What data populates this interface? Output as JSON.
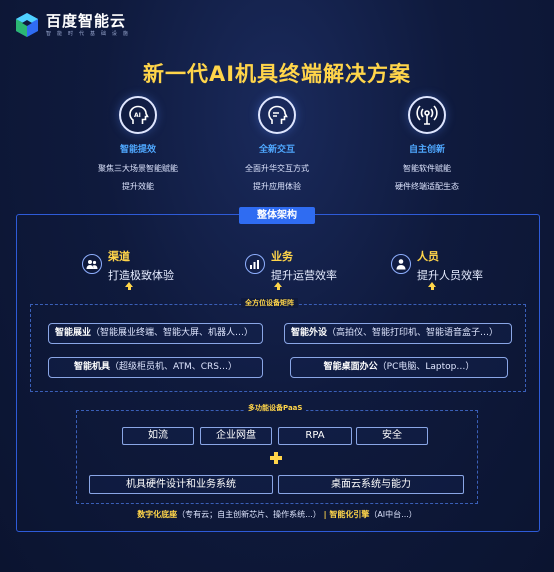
{
  "logo": {
    "name": "百度智能云",
    "sub": "智 能 时 代 基 础 设 施"
  },
  "title": "新一代AI机具终端解决方案",
  "features": [
    {
      "icon": "ai-head-icon",
      "title": "智能提效",
      "line1": "聚焦三大场景智能赋能",
      "line2": "提升效能"
    },
    {
      "icon": "interaction-head-icon",
      "title": "全新交互",
      "line1": "全面升华交互方式",
      "line2": "提升应用体验"
    },
    {
      "icon": "signal-tower-icon",
      "title": "自主创新",
      "line1": "智能软件赋能",
      "line2": "硬件终端适配生态"
    }
  ],
  "arch_title": "整体架构",
  "values": [
    {
      "icon": "users-icon",
      "title": "渠道",
      "desc": "打造极致体验"
    },
    {
      "icon": "bar-chart-icon",
      "title": "业务",
      "desc": "提升运营效率"
    },
    {
      "icon": "person-icon",
      "title": "人员",
      "desc": "提升人员效率"
    }
  ],
  "matrix_label": "全方位设备矩阵",
  "devices": [
    {
      "name": "智能展业",
      "detail": "（智能展业终端、智能大屏、机器人…）"
    },
    {
      "name": "智能外设",
      "detail": "（高拍仪、智能打印机、智能语音盒子…）"
    },
    {
      "name": "智能机具",
      "detail": "（超级柜员机、ATM、CRS…）"
    },
    {
      "name": "智能桌面办公",
      "detail": "（PC电脑、Laptop…）"
    }
  ],
  "paas_label": "多功能设备PaaS",
  "paas_items": [
    "如流",
    "企业网盘",
    "RPA",
    "安全"
  ],
  "wide_items": [
    "机具硬件设计和业务系统",
    "桌面云系统与能力"
  ],
  "footer": {
    "k1": "数字化底座",
    "v1": "（专有云；自主创新芯片、操作系统...）",
    "sep": " | ",
    "k2": "智能化引擎",
    "v2": "（AI中台...）"
  },
  "colors": {
    "accent_yellow": "#ffd54a",
    "accent_blue": "#2f6cf2",
    "feature_title": "#4fa8ff",
    "background": "#0f1a3d"
  }
}
